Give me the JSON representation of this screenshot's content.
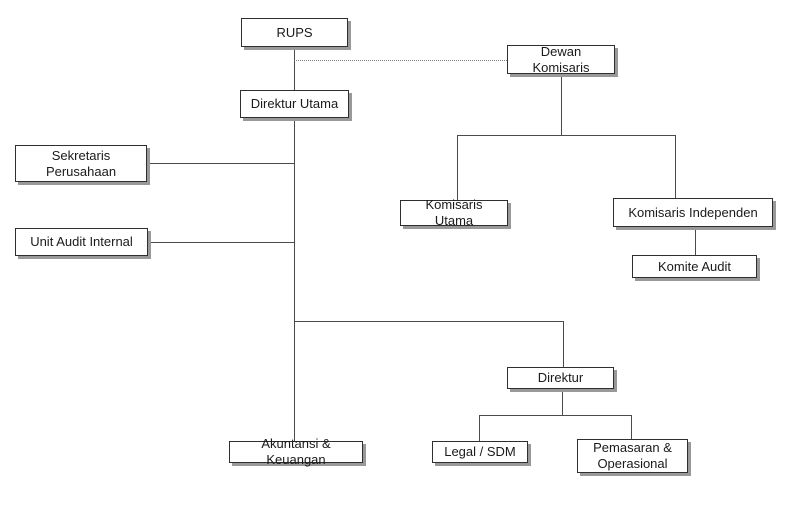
{
  "diagram": {
    "type": "org-chart",
    "nodes": {
      "rups": {
        "label": "RUPS"
      },
      "dewan_komisaris": {
        "label": "Dewan Komisaris"
      },
      "direktur_utama": {
        "label": "Direktur Utama"
      },
      "sekretaris_perusahaan": {
        "label": "Sekretaris Perusahaan"
      },
      "unit_audit_internal": {
        "label": "Unit Audit Internal"
      },
      "komisaris_utama": {
        "label": "Komisaris Utama"
      },
      "komisaris_independen": {
        "label": "Komisaris Independen"
      },
      "komite_audit": {
        "label": "Komite Audit"
      },
      "direktur": {
        "label": "Direktur"
      },
      "akuntansi_keuangan": {
        "label": "Akuntansi & Keuangan"
      },
      "legal_sdm": {
        "label": "Legal / SDM"
      },
      "pemasaran_operasional": {
        "label": "Pemasaran & Operasional"
      }
    },
    "edges": [
      {
        "from": "rups",
        "to": "direktur_utama",
        "style": "solid"
      },
      {
        "from": "rups",
        "to": "dewan_komisaris",
        "style": "dotted"
      },
      {
        "from": "direktur_utama",
        "to": "sekretaris_perusahaan",
        "style": "solid"
      },
      {
        "from": "direktur_utama",
        "to": "unit_audit_internal",
        "style": "solid"
      },
      {
        "from": "direktur_utama",
        "to": "akuntansi_keuangan",
        "style": "solid"
      },
      {
        "from": "direktur_utama",
        "to": "direktur",
        "style": "solid"
      },
      {
        "from": "dewan_komisaris",
        "to": "komisaris_utama",
        "style": "solid"
      },
      {
        "from": "dewan_komisaris",
        "to": "komisaris_independen",
        "style": "solid"
      },
      {
        "from": "komisaris_independen",
        "to": "komite_audit",
        "style": "solid"
      },
      {
        "from": "direktur",
        "to": "legal_sdm",
        "style": "solid"
      },
      {
        "from": "direktur",
        "to": "pemasaran_operasional",
        "style": "solid"
      }
    ],
    "colors": {
      "background": "#ffffff",
      "node_fill": "#ffffff",
      "node_border": "#2f2f2f",
      "node_shadow": "#999999",
      "connector": "#4a4a4a",
      "dotted_connector": "#7a7a7a",
      "text": "#1a1a1a"
    }
  }
}
